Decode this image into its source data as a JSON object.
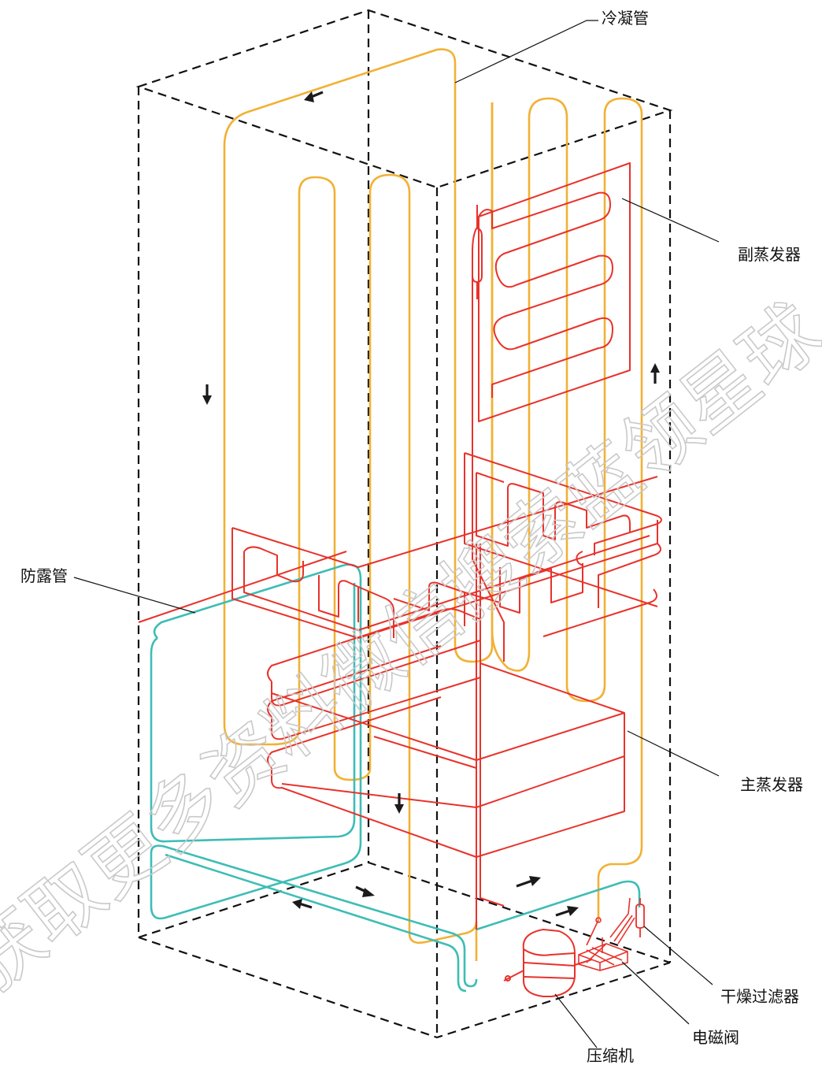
{
  "labels": {
    "condenser_tube": "冷凝管",
    "secondary_evaporator": "副蒸发器",
    "anti_condensation_tube": "防露管",
    "main_evaporator": "主蒸发器",
    "dryer_filter": "干燥过滤器",
    "solenoid_valve": "电磁阀",
    "compressor": "压缩机"
  },
  "watermark": "获取更多资料微信搜索蓝领星球",
  "colors": {
    "condenser": "#f2b134",
    "evaporator": "#e8322b",
    "anti_condensation": "#3dbdb5",
    "cabinet_outline": "#111111",
    "arrow": "#1a1a1a",
    "watermark": "#c9c9c9"
  }
}
